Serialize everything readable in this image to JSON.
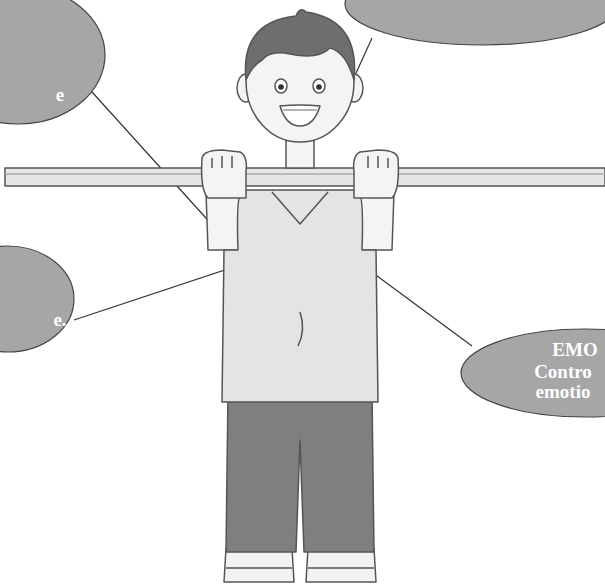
{
  "diagram": {
    "nodes": [
      {
        "text": [
          "e"
        ]
      },
      {
        "text": [
          "e."
        ]
      },
      {
        "text": [
          "EMO",
          "Contro emotio"
        ]
      }
    ]
  }
}
